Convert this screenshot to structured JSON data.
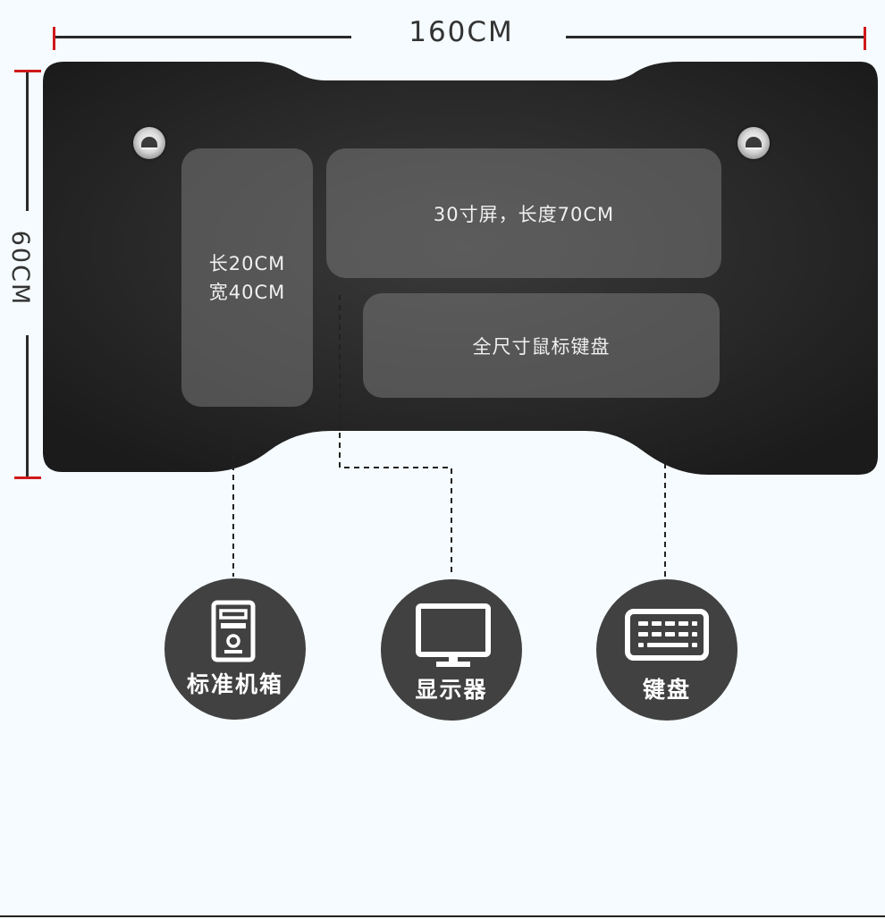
{
  "dimensions": {
    "width_label": "160CM",
    "height_label": "60CM"
  },
  "zones": {
    "case_zone": {
      "line1": "长20CM",
      "line2": "宽40CM"
    },
    "monitor_zone": "30寸屏，长度70CM",
    "keyboard_zone": "全尺寸鼠标键盘"
  },
  "items": [
    {
      "label": "标准机箱",
      "icon": "computer-case-icon"
    },
    {
      "label": "显示器",
      "icon": "monitor-icon"
    },
    {
      "label": "键盘",
      "icon": "keyboard-icon"
    }
  ],
  "colors": {
    "background": "#f5fbfe",
    "desk": "#262626",
    "dimension_tick": "#d0181b",
    "circle": "#414141"
  }
}
